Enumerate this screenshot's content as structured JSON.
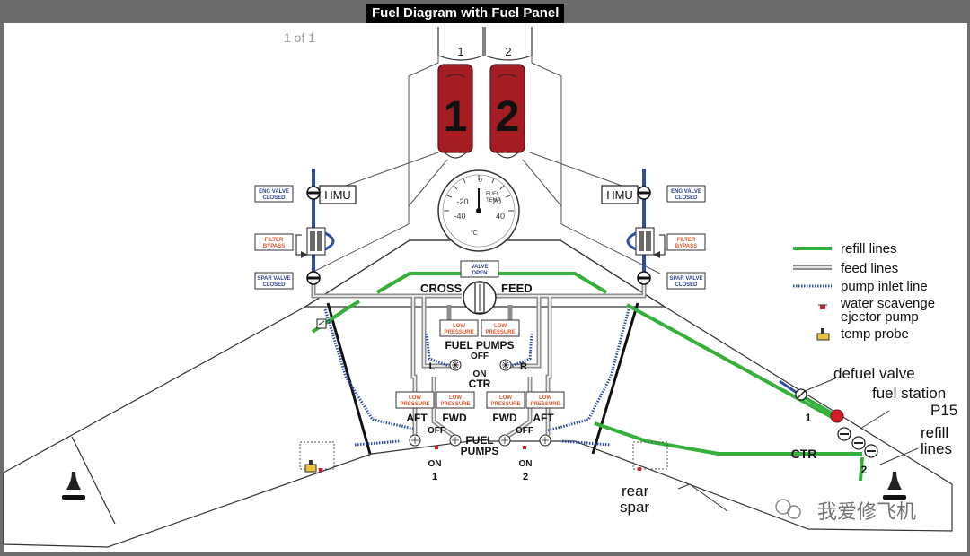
{
  "window": {
    "title": "Fuel Diagram with Fuel Panel",
    "page_counter": "1 of 1"
  },
  "engine_controls": {
    "eng1": {
      "number": "1",
      "label": "1"
    },
    "eng2": {
      "number": "2",
      "label": "2"
    }
  },
  "temp_gauge": {
    "label_top": "0",
    "label_fuel": "FUEL",
    "label_temp": "TEMP",
    "ticks": [
      "-20",
      "20",
      "-40",
      "40"
    ],
    "unit": "°C"
  },
  "hmu": {
    "left": "HMU",
    "right": "HMU"
  },
  "annunciators": {
    "eng_valve": [
      "ENG VALVE",
      "CLOSED"
    ],
    "filter_bypass": [
      "FILTER",
      "BYPASS"
    ],
    "spar_valve": [
      "SPAR VALVE",
      "CLOSED"
    ],
    "valve_open": [
      "VALVE",
      "OPEN"
    ],
    "low_pressure": [
      "LOW",
      "PRESSURE"
    ]
  },
  "crossfeed": {
    "left": "CROSS",
    "right": "FEED"
  },
  "center_pumps": {
    "title": "FUEL PUMPS",
    "off": "OFF",
    "left": "L",
    "right": "R",
    "on": "ON",
    "ctr": "CTR"
  },
  "main_pumps": {
    "aft": "AFT",
    "fwd": "FWD",
    "off": "OFF",
    "title_line1": "FUEL",
    "title_line2": "PUMPS",
    "on": "ON",
    "side1": "1",
    "side2": "2"
  },
  "legend": {
    "items": [
      {
        "label": "refill lines",
        "icon": "green-line-icon"
      },
      {
        "label": "feed lines",
        "icon": "gray-double-line-icon"
      },
      {
        "label": "pump inlet line",
        "icon": "blue-dotted-line-icon"
      },
      {
        "label": "water scavenge",
        "label2": "ejector pump",
        "icon": "ejector-pump-icon"
      },
      {
        "label": "temp probe",
        "icon": "temp-probe-icon"
      }
    ]
  },
  "callouts": {
    "defuel_valve": "defuel valve",
    "fuel_station": "fuel station",
    "fuel_station_id": "P15",
    "refill": "refill",
    "refill_lines": "lines",
    "rear_spar_1": "rear",
    "rear_spar_2": "spar",
    "ctr": "CTR",
    "station_1": "1",
    "station_2": "2"
  },
  "watermark": {
    "text": "我爱修飞机"
  },
  "colors": {
    "refill": "#35b03a",
    "feed": "#9a9a9a",
    "pump_inlet": "#2f4fa3",
    "control_red": "#a31d22",
    "annunciator_text": "#e2542a",
    "annunciator_blue": "#2f3f8f"
  }
}
